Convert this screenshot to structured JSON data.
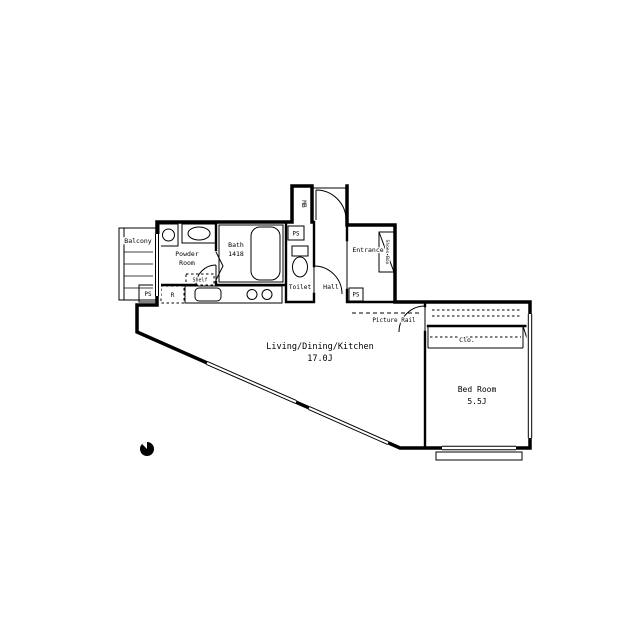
{
  "plan": {
    "labels": {
      "balcony": "Balcony",
      "powder_line1": "Powder",
      "powder_line2": "Room",
      "bath": "Bath",
      "bath_size": "1418",
      "toilet": "Toilet",
      "hall": "Hall",
      "entrance": "Entrance",
      "shoes_box": "Shoes Box",
      "mb": "MB",
      "ps_left": "PS",
      "ps_toilet": "PS",
      "ps_entrance": "PS",
      "shelf": "Shelf",
      "fridge": "R",
      "ldk_name": "Living/Dining/Kitchen",
      "ldk_size": "17.0J",
      "bedroom_name": "Bed Room",
      "bedroom_size": "5.5J",
      "closet": "Clo.",
      "picture_rail": "Picture Rail"
    },
    "colors": {
      "line": "#000000",
      "background": "#ffffff"
    }
  }
}
